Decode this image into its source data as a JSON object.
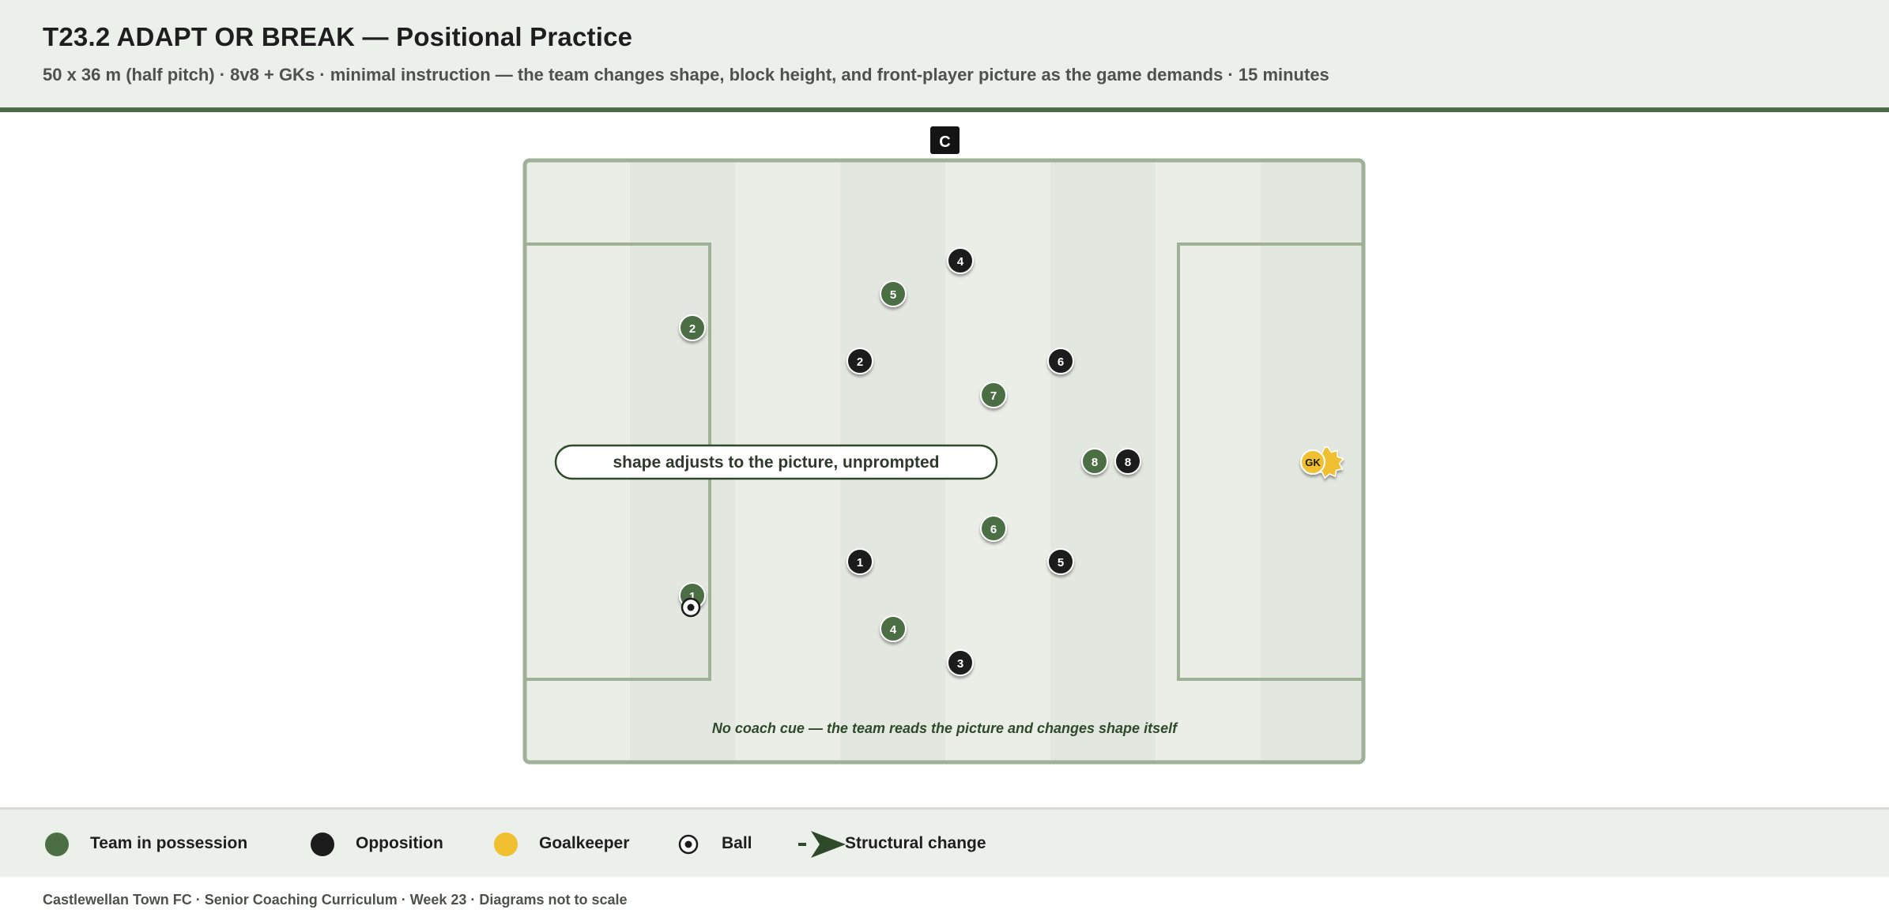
{
  "header": {
    "title": "T23.2 ADAPT OR BREAK — Positional Practice",
    "subtitle": "50 x 36 m (half pitch) · 8v8 + GKs · minimal instruction — the team changes shape, block height, and front-player picture as the game demands · 15 minutes"
  },
  "diagram": {
    "coach_label": "C",
    "callout": "shape adjusts to the picture, unprompted",
    "faded_gk_label": "GK",
    "note": "No coach cue — the team reads the picture and changes shape itself",
    "team_players": [
      "2",
      "5",
      "7",
      "8",
      "6",
      "4",
      "1"
    ],
    "opposition_players": [
      "4",
      "2",
      "6",
      "8",
      "1",
      "5",
      "3"
    ],
    "goalkeeper_label": "GK"
  },
  "colors": {
    "team": "#4c6e45",
    "opposition": "#1c1c1c",
    "goalkeeper": "#f0c030",
    "pitch_light": "#eaeee7",
    "pitch_dark": "#e2e7df",
    "pitch_line": "#9fb197",
    "header_rule": "#4a6b44",
    "callout_border": "#2f4a2b"
  },
  "legend": {
    "team": "Team in possession",
    "opposition": "Opposition",
    "goalkeeper": "Goalkeeper",
    "ball": "Ball",
    "structural": "Structural change"
  },
  "footer": "Castlewellan Town FC · Senior Coaching Curriculum · Week 23 · Diagrams not to scale"
}
